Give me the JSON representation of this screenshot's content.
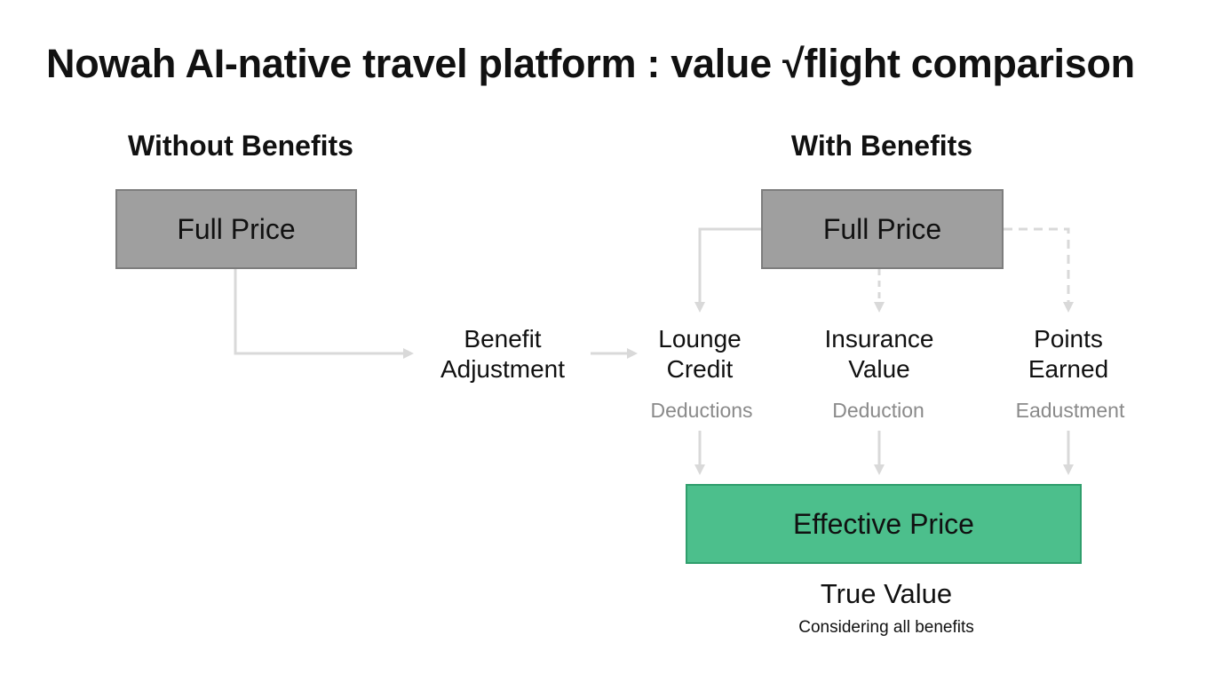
{
  "title": "Nowah AI-native travel platform : value √flight comparison",
  "without": {
    "heading": "Without Benefits",
    "full_price": "Full Price"
  },
  "adjustment": {
    "line1": "Benefit",
    "line2": "Adjustment"
  },
  "with": {
    "heading": "With Benefits",
    "full_price": "Full Price"
  },
  "components": [
    {
      "line1": "Lounge",
      "line2": "Credit",
      "sub": "Deductions"
    },
    {
      "line1": "Insurance",
      "line2": "Value",
      "sub": "Deduction"
    },
    {
      "line1": "Points",
      "line2": "Earned",
      "sub": "Eadustment"
    }
  ],
  "result": {
    "label": "Effective Price",
    "caption": "True Value",
    "subcaption": "Considering all benefits"
  },
  "colors": {
    "box_gray": "#9f9f9f",
    "box_green": "#4cbf8c",
    "connector": "#d9d9d9"
  }
}
